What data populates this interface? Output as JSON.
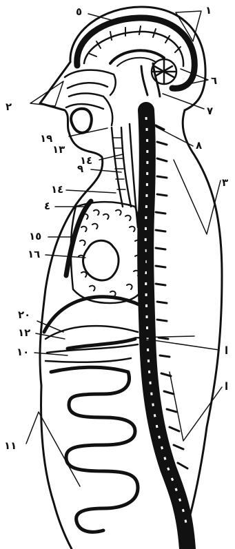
{
  "figure": {
    "colors": {
      "ink": "#111111",
      "paper": "#ffffff"
    },
    "labels": {
      "l1": "١",
      "l2": "٢",
      "l3": "٣",
      "l4": "٤",
      "l5": "٥",
      "l6": "٦",
      "l7": "٧",
      "l8": "٨",
      "l9": "٩",
      "l10": "١٠",
      "l11": "١١",
      "l12": "١٢",
      "l13": "١٣",
      "l14a": "١٤",
      "l14b": "١٤",
      "l15": "١٥",
      "l16": "١٦",
      "l19": "١٩",
      "l20": "٢٠",
      "lA": "ا",
      "lB": "ا"
    }
  }
}
